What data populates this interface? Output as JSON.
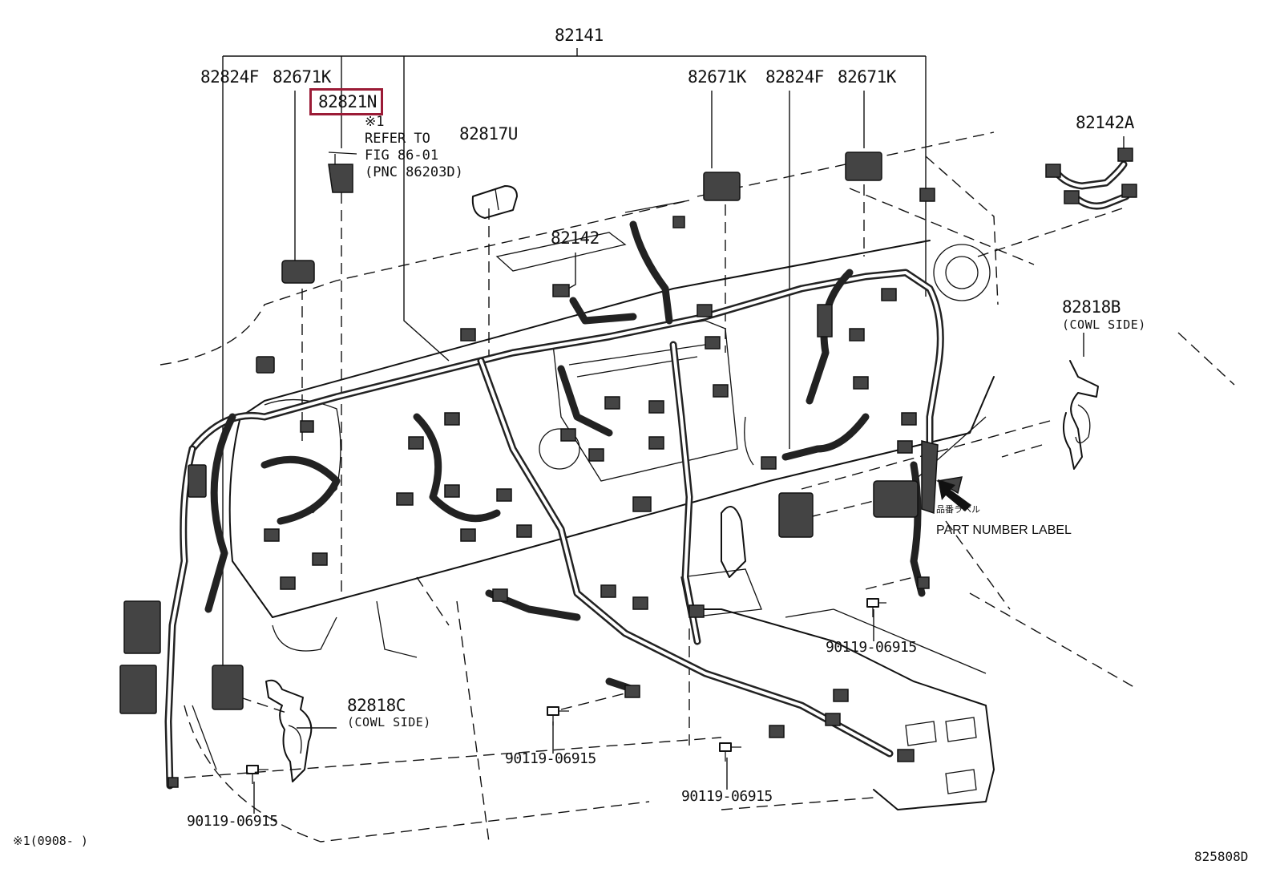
{
  "labels": {
    "main_harness": "82141",
    "junction_left": "82824F",
    "connector_left": "82671K",
    "highlighted_part": "82821N",
    "note_ref_mark": "※1",
    "note_line1": "REFER TO",
    "note_line2": "FIG 86-01",
    "note_line3": "(PNC 86203D)",
    "clamp": "82817U",
    "connector_center": "82671K",
    "junction_right": "82824F",
    "connector_right": "82671K",
    "sub_harness_a": "82142A",
    "sub_harness": "82142",
    "bracket_b": "82818B",
    "bracket_b_note": "(COWL SIDE)",
    "label_jp": "品番ラベル",
    "label_en": "PART NUMBER LABEL",
    "bolt_right": "90119-06915",
    "bracket_c": "82818C",
    "bracket_c_note": "(COWL SIDE)",
    "bolt_center_left": "90119-06915",
    "bolt_center": "90119-06915",
    "bolt_left": "90119-06915",
    "footnote": "※1(0908-      )",
    "figure_id": "825808D"
  },
  "colors": {
    "line": "#111111",
    "highlight": "#9b1b36",
    "background": "#ffffff"
  }
}
